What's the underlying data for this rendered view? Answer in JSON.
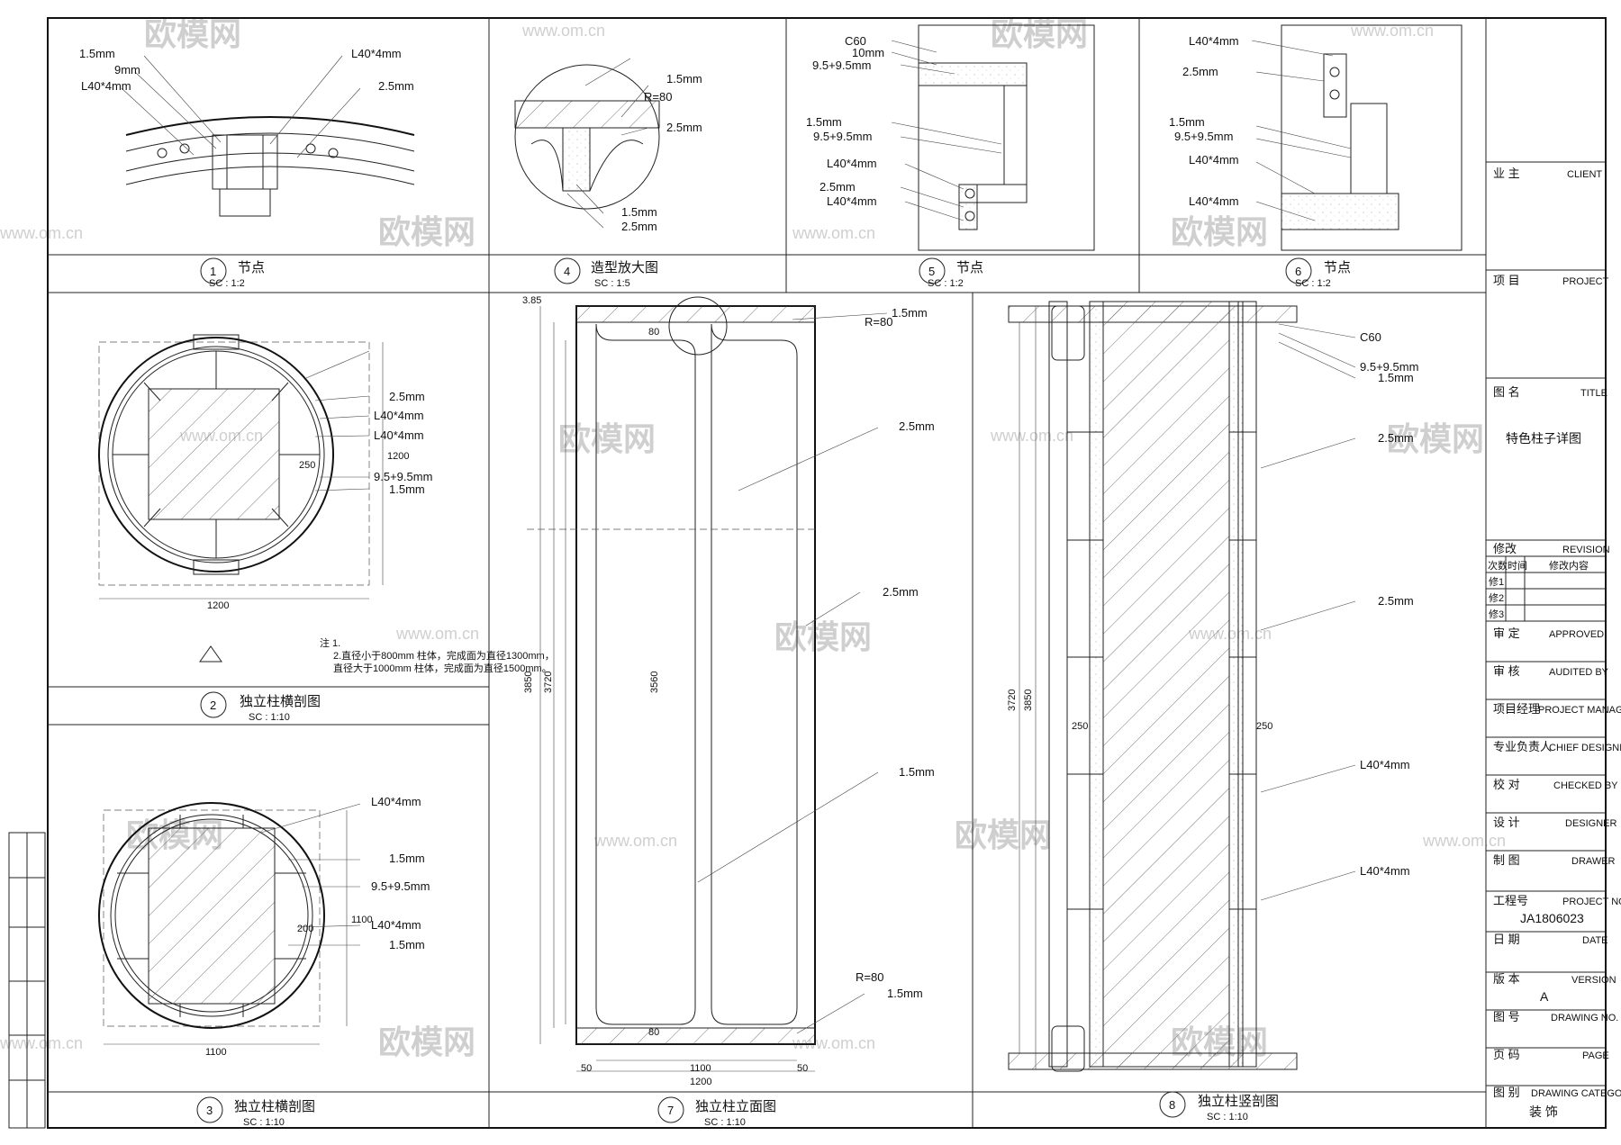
{
  "watermark": {
    "brand": "欧模网",
    "url": "www.om.cn"
  },
  "panels": [
    {
      "id": "p1",
      "number": "1",
      "title": "节点",
      "scale": "SC : 1:2"
    },
    {
      "id": "p4",
      "number": "4",
      "title": "造型放大图",
      "scale": "SC : 1:5"
    },
    {
      "id": "p5",
      "number": "5",
      "title": "节点",
      "scale": "SC : 1:2"
    },
    {
      "id": "p6",
      "number": "6",
      "title": "节点",
      "scale": "SC : 1:2"
    },
    {
      "id": "p2",
      "number": "2",
      "title": "独立柱横剖图",
      "scale": "SC : 1:10"
    },
    {
      "id": "p3",
      "number": "3",
      "title": "独立柱横剖图",
      "scale": "SC : 1:10"
    },
    {
      "id": "p7",
      "number": "7",
      "title": "独立柱立面图",
      "scale": "SC : 1:10"
    },
    {
      "id": "p8",
      "number": "8",
      "title": "独立柱竖剖图",
      "scale": "SC : 1:10"
    }
  ],
  "annotations": {
    "p1": [
      "1.5mm",
      "9mm",
      "L40*4mm",
      "L40*4mm",
      "2.5mm"
    ],
    "p4": [
      "R=80",
      "1.5mm",
      "2.5mm",
      "1.5mm",
      "2.5mm"
    ],
    "p5": [
      "C60",
      "10mm",
      "9.5+9.5mm",
      "1.5mm",
      "9.5+9.5mm",
      "L40*4mm",
      "2.5mm",
      "L40*4mm"
    ],
    "p6": [
      "L40*4mm",
      "2.5mm",
      "1.5mm",
      "9.5+9.5mm",
      "L40*4mm",
      "L40*4mm"
    ],
    "p2": [
      "2.5mm",
      "L40*4mm",
      "L40*4mm",
      "9.5+9.5mm",
      "1.5mm"
    ],
    "p2_dims": [
      "1200",
      "1200",
      "250"
    ],
    "p2_note": [
      "注 1.",
      "2.直径小于800mm 柱体，完成面为直径1300mm，",
      "直径大于1000mm 柱体，完成面为直径1500mm。"
    ],
    "p3": [
      "L40*4mm",
      "1.5mm",
      "9.5+9.5mm",
      "L40*4mm",
      "1.5mm"
    ],
    "p3_dims": [
      "1100",
      "1100",
      "200"
    ],
    "p7": [
      "3.85",
      "1.5mm",
      "R=80",
      "2.5mm",
      "2.5mm",
      "1.5mm",
      "R=80",
      "1.5mm"
    ],
    "p7_dims": [
      "3850",
      "3720",
      "3560",
      "1100",
      "1200",
      "50",
      "50",
      "80",
      "80"
    ],
    "p8": [
      "C60",
      "9.5+9.5mm",
      "1.5mm",
      "2.5mm",
      "2.5mm",
      "L40*4mm",
      "L40*4mm"
    ],
    "p8_dims": [
      "3850",
      "3720",
      "250",
      "250"
    ]
  },
  "title_block": {
    "client_cn": "业 主",
    "client_en": "CLIENT",
    "project_cn": "项 目",
    "project_en": "PROJECT",
    "title_cn": "图 名",
    "title_en": "TITLE",
    "drawing_title": "特色柱子详图",
    "revision_cn": "修改",
    "revision_en": "REVISION",
    "rev_headers": [
      "次数",
      "时间",
      "修改内容"
    ],
    "rev_rows": [
      "修1",
      "修2",
      "修3"
    ],
    "roles": [
      {
        "cn": "审 定",
        "en": "APPROVED"
      },
      {
        "cn": "审 核",
        "en": "AUDITED BY"
      },
      {
        "cn": "项目经理",
        "en": "PROJECT MANAGER"
      },
      {
        "cn": "专业负责人",
        "en": "CHIEF DESIGNER"
      },
      {
        "cn": "校 对",
        "en": "CHECKED BY"
      },
      {
        "cn": "设 计",
        "en": "DESIGNER"
      },
      {
        "cn": "制 图",
        "en": "DRAWER"
      }
    ],
    "project_no_cn": "工程号",
    "project_no_en": "PROJECT NO.",
    "project_no": "JA1806023",
    "date_cn": "日 期",
    "date_en": "DATE",
    "version_cn": "版 本",
    "version_en": "VERSION",
    "version": "A",
    "drawing_no_cn": "图 号",
    "drawing_no_en": "DRAWING NO.",
    "page_cn": "页 码",
    "page_en": "PAGE",
    "category_cn": "图 别",
    "category_en": "DRAWING CATEGORY",
    "category": "装 饰"
  }
}
